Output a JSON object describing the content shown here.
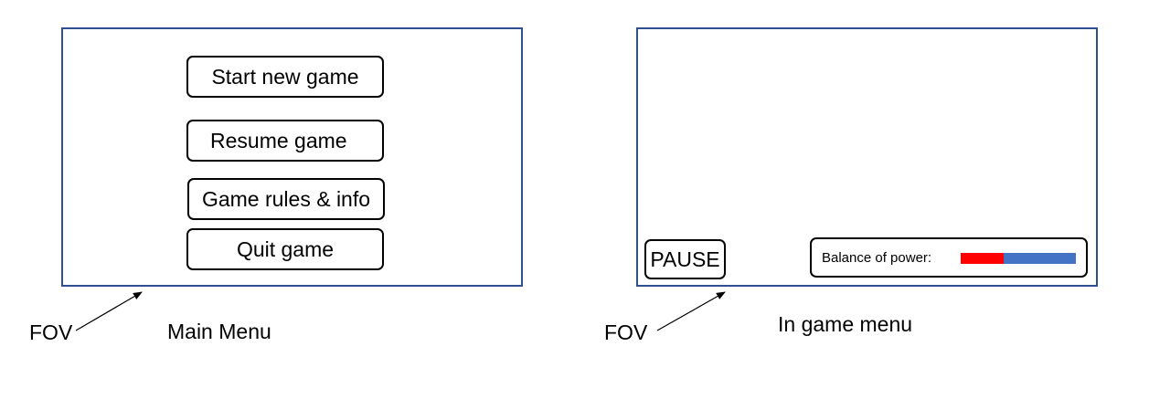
{
  "main_menu": {
    "buttons": [
      {
        "label": "Start new game"
      },
      {
        "label": "Resume game"
      },
      {
        "label": "Game rules & info"
      },
      {
        "label": "Quit game"
      }
    ],
    "caption": "Main Menu",
    "fov_label": "FOV"
  },
  "in_game": {
    "pause_label": "PAUSE",
    "balance_label": "Balance of power:",
    "balance": {
      "red_fraction": 0.37,
      "red_color": "#ff0000",
      "blue_color": "#4472c4"
    },
    "caption": "In game menu",
    "fov_label": "FOV"
  },
  "colors": {
    "frame_border": "#2f4f8f"
  }
}
